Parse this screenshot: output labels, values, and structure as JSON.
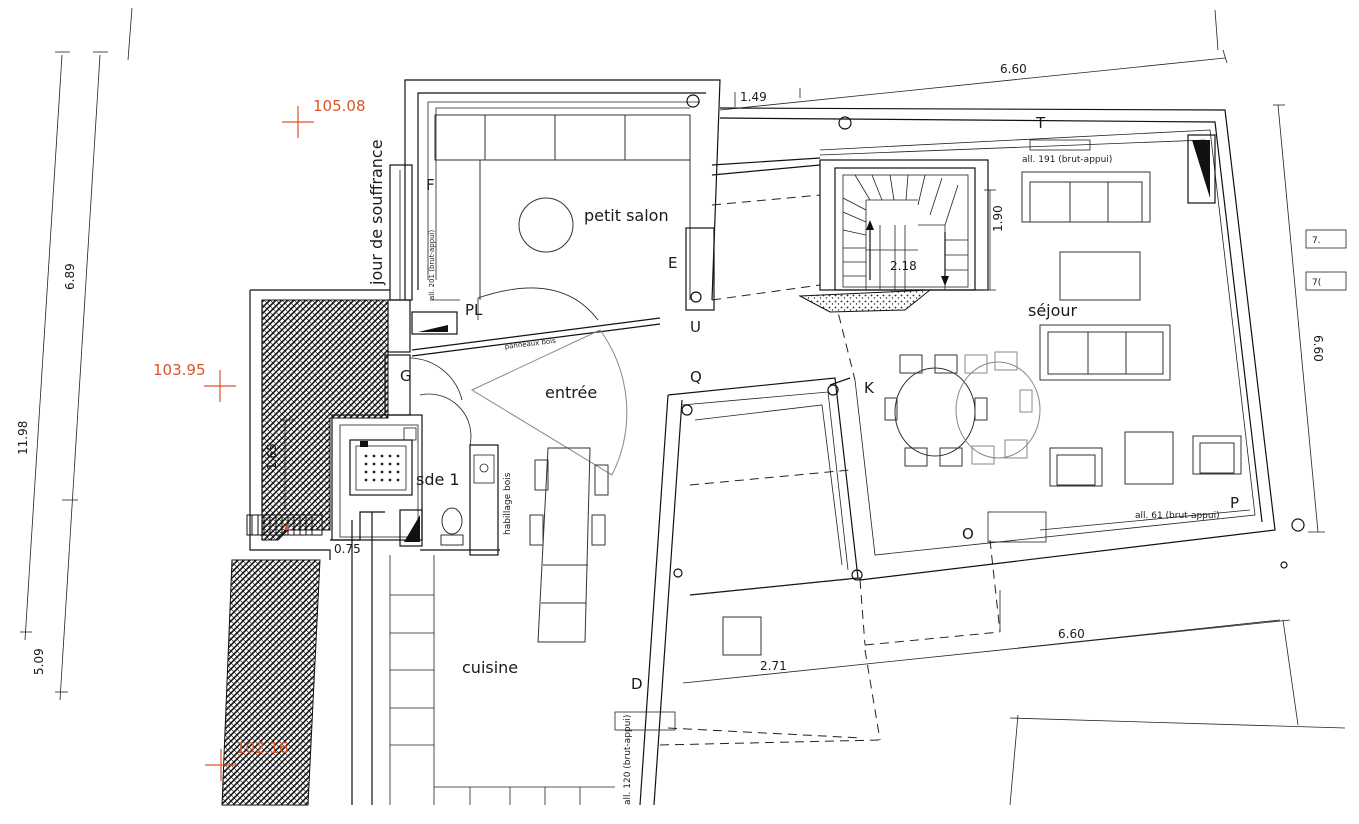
{
  "rooms": {
    "petit_salon": "petit salon",
    "entree": "entrée",
    "sejour": "séjour",
    "sde": "sde 1",
    "cuisine": "cuisine",
    "jour": "jour de souffrance"
  },
  "letters": {
    "F": "F",
    "E": "E",
    "PL": "PL",
    "G": "G",
    "U": "U",
    "Q": "Q",
    "K": "K",
    "T": "T",
    "P": "P",
    "O": "O",
    "D": "D"
  },
  "notes": {
    "all201": "all. 201 (brut-appui)",
    "all191": "all. 191 (brut-appui)",
    "all61": "all. 61 (brut-appui)",
    "all120": "all. 120 (brut-appui)",
    "panneaux": "panneaux bois",
    "habillage": "habillage bois"
  },
  "dims": {
    "d660_top": "6.60",
    "d149": "1.49",
    "d190": "1.90",
    "d218": "2.18",
    "d660_right": "6.60",
    "d689": "6.89",
    "d1198": "11.98",
    "d509": "5.09",
    "d165": "1.65",
    "d075": "0.75",
    "d660_bottom": "6.60",
    "d271": "2.71"
  },
  "elevations": {
    "e1": "105.08",
    "e2": "103.95",
    "e3": "102.16"
  },
  "edge_labels": {
    "a": "7.",
    "b": "7("
  },
  "colors": {
    "line": "#111111",
    "elevation": "#d9542c"
  }
}
